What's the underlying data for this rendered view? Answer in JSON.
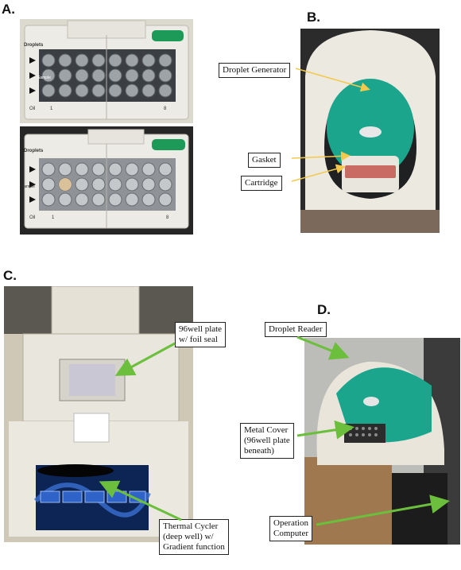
{
  "panels": {
    "a": {
      "letter": "A.",
      "cartridge_top": {
        "droplets": "Droplets",
        "sample": "Sample",
        "oil": "Oil",
        "col_first": "1",
        "col_last": "8"
      },
      "cartridge_bottom": {
        "droplets": "Droplets",
        "sample": "Sample",
        "oil": "Oil",
        "col_first": "1",
        "col_last": "8"
      }
    },
    "b": {
      "letter": "B.",
      "callouts": {
        "droplet_generator": "Droplet Generator",
        "gasket": "Gasket",
        "cartridge": "Cartridge"
      }
    },
    "c": {
      "letter": "C.",
      "callouts": {
        "plate_line1": "96well plate",
        "plate_line2": "w/ foil seal",
        "cycler_line1": "Thermal Cycler",
        "cycler_line2": "(deep well) w/",
        "cycler_line3": "Gradient function"
      }
    },
    "d": {
      "letter": "D.",
      "callouts": {
        "droplet_reader": "Droplet Reader",
        "cover_line1": "Metal Cover",
        "cover_line2": "(96well plate",
        "cover_line3": "beneath)",
        "computer_line1": "Operation",
        "computer_line2": "Computer"
      }
    }
  },
  "colors": {
    "arrow_yellow": "#f2c94c",
    "arrow_green": "#6bbf3c",
    "teal": "#1aa58c",
    "gasket_red": "#c96a63"
  }
}
